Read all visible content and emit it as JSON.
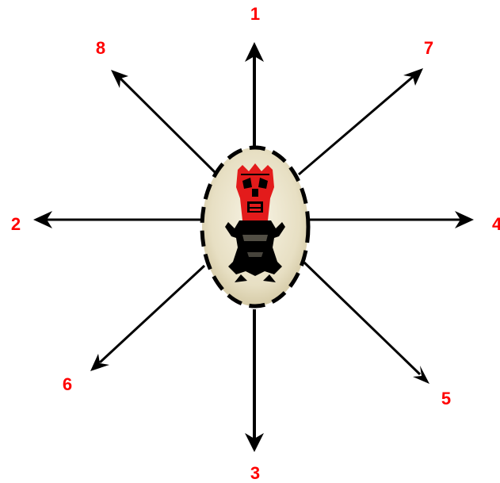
{
  "directions": [
    {
      "id": "1",
      "label": "1",
      "heading": "north"
    },
    {
      "id": "2",
      "label": "2",
      "heading": "west"
    },
    {
      "id": "3",
      "label": "3",
      "heading": "south"
    },
    {
      "id": "4",
      "label": "4",
      "heading": "east"
    },
    {
      "id": "5",
      "label": "5",
      "heading": "south-east"
    },
    {
      "id": "6",
      "label": "6",
      "heading": "south-west"
    },
    {
      "id": "7",
      "label": "7",
      "heading": "north-east"
    },
    {
      "id": "8",
      "label": "8",
      "heading": "north-west"
    }
  ],
  "center_figure": {
    "icon": "tiki-mask-figure-icon",
    "fill_color": "#e7dfc3",
    "border_style": "dashed",
    "mask_color": "#e31b1b",
    "body_color": "#000000"
  },
  "colors": {
    "label": "#ff0000",
    "arrow": "#000000",
    "background": "#ffffff"
  }
}
